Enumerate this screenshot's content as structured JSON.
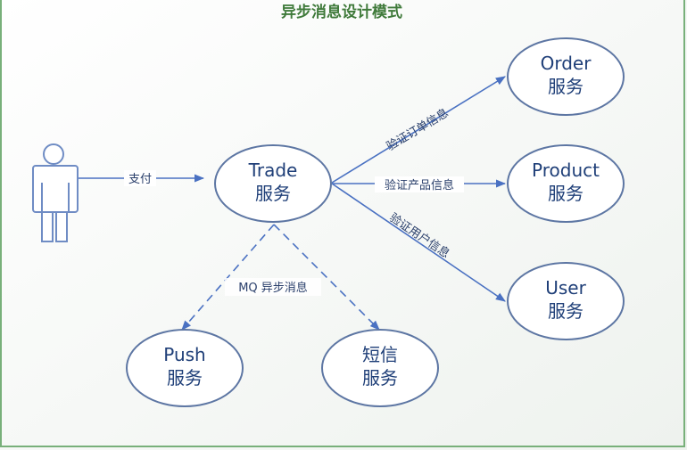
{
  "title": "异步消息设计模式",
  "colors": {
    "frame": "#78b07a",
    "node_stroke": "#5d76a3",
    "node_fill": "#ffffff",
    "edge": "#4a71c2",
    "actor": "#6f8cc4",
    "title": "#3f7a3a"
  },
  "actor": {
    "icon": "person-icon"
  },
  "nodes": {
    "trade": {
      "line1": "Trade",
      "line2": "服务"
    },
    "order": {
      "line1": "Order",
      "line2": "服务"
    },
    "product": {
      "line1": "Product",
      "line2": "服务"
    },
    "user": {
      "line1": "User",
      "line2": "服务"
    },
    "push": {
      "line1": "Push",
      "line2": "服务"
    },
    "sms": {
      "line1": "短信",
      "line2": "服务"
    }
  },
  "edges": {
    "pay": "支付",
    "verify_order": "验证订单信息",
    "verify_product": "验证产品信息",
    "verify_user": "验证用户信息",
    "mq_async": "MQ 异步消息"
  }
}
